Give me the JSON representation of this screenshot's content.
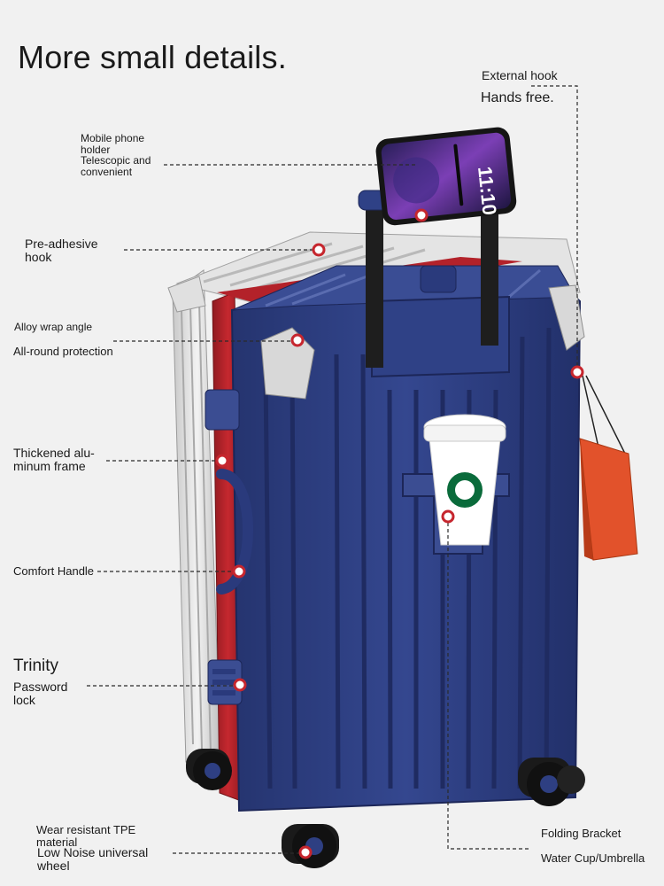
{
  "heading": "More small details.",
  "colors": {
    "background": "#f1f1f1",
    "shell_blue": "#2e3f82",
    "frame_red": "#b3222a",
    "frame_silver": "#dcdcdc",
    "callout_marker": "#c6262e",
    "bag_orange": "#e2522b"
  },
  "callouts": {
    "external_hook": {
      "title": "External hook",
      "subtitle": "Hands free."
    },
    "phone_holder": {
      "line1": "Mobile phone",
      "line2": "holder",
      "line3": "Telescopic and",
      "line4": "convenient"
    },
    "pre_adhesive_hook": {
      "line1": "Pre-adhesive",
      "line2": "hook"
    },
    "alloy_wrap_angle": {
      "line1": "Alloy wrap angle",
      "line2": "All-round protection"
    },
    "aluminum_frame": {
      "line1": "Thickened alu-",
      "line2": "minum frame"
    },
    "comfort_handle": {
      "line1": "Comfort Handle"
    },
    "password_lock": {
      "title": "Trinity",
      "line1": "Password",
      "line2": "lock"
    },
    "wheel": {
      "line1": "Wear resistant TPE",
      "line2": "material",
      "line3": "Low Noise universal",
      "line4": "wheel"
    },
    "folding_bracket": {
      "line1": "Folding Bracket",
      "line2": "Water Cup/Umbrella"
    }
  },
  "phone_clock": "11:10",
  "icons": {
    "product": "luggage-suitcase-illustration",
    "phone": "smartphone-icon",
    "cup": "coffee-cup-icon",
    "bag": "shopping-bag-icon",
    "marker": "callout-dot-icon"
  }
}
